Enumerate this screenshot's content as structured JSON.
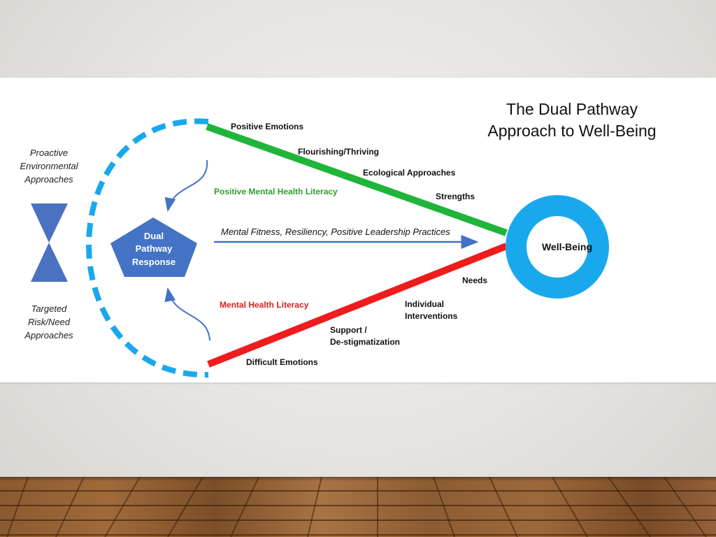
{
  "title": {
    "line1": "The Dual Pathway",
    "line2": "Approach to Well-Being"
  },
  "left_labels": {
    "proactive": [
      "Proactive",
      "Environmental",
      "Approaches"
    ],
    "targeted": [
      "Targeted",
      "Risk/Need",
      "Approaches"
    ]
  },
  "center": {
    "response": [
      "Dual",
      "Pathway",
      "Response"
    ]
  },
  "top_path": {
    "positive_emotions": "Positive Emotions",
    "flourishing": "Flourishing/Thriving",
    "ecological": "Ecological Approaches",
    "strengths": "Strengths",
    "literacy": "Positive Mental Health Literacy"
  },
  "middle_path": {
    "label": "Mental Fitness, Resiliency, Positive Leadership Practices"
  },
  "bottom_path": {
    "needs": "Needs",
    "individual": [
      "Individual",
      "Interventions"
    ],
    "support": [
      "Support /",
      "De-stigmatization"
    ],
    "difficult": "Difficult Emotions",
    "literacy": "Mental Health Literacy"
  },
  "wellbeing": {
    "label": "Well-Being"
  },
  "colors": {
    "green": "#1fb53a",
    "red": "#ee1c1c",
    "cyan": "#1aa8ec",
    "blue": "#4472c4",
    "literacy_green": "#2e9e2e",
    "literacy_red": "#d81e1e"
  }
}
